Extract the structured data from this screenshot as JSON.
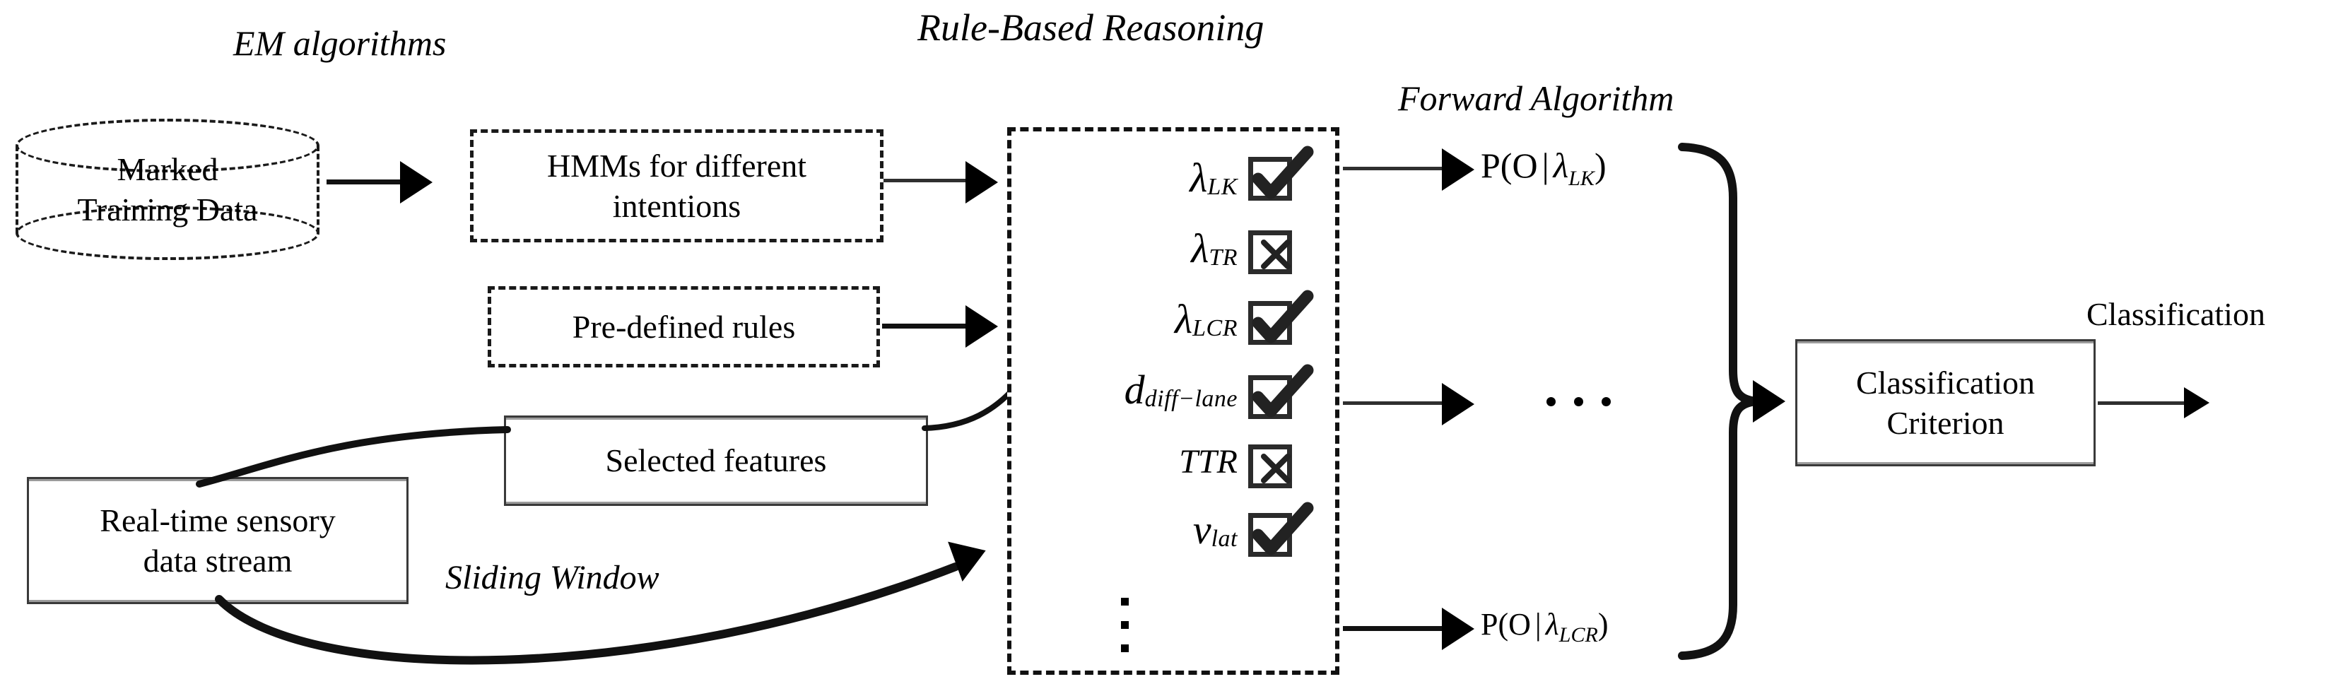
{
  "diagram": {
    "title_annotations": {
      "em_algorithms": "EM algorithms",
      "rule_based_reasoning": "Rule-Based Reasoning",
      "forward_algorithm": "Forward Algorithm",
      "sliding_window": "Sliding Window",
      "classification": "Classification"
    },
    "nodes": {
      "marked_training_data": {
        "line1": "Marked",
        "line2": "Training Data"
      },
      "hmms": {
        "line1": "HMMs for different",
        "line2": "intentions"
      },
      "predefined_rules": {
        "label": "Pre-defined rules"
      },
      "selected_features": {
        "label": "Selected features"
      },
      "sensory_stream": {
        "line1": "Real-time sensory",
        "line2": "data stream"
      },
      "classification_criterion": {
        "line1": "Classification",
        "line2": "Criterion"
      }
    },
    "reasoning_panel": {
      "rows": [
        {
          "symbol": "λ",
          "subscript": "LK",
          "state": "checked",
          "glyph": "check-icon"
        },
        {
          "symbol": "λ",
          "subscript": "TR",
          "state": "unchecked",
          "glyph": "cross-icon"
        },
        {
          "symbol": "λ",
          "subscript": "LCR",
          "state": "checked",
          "glyph": "check-icon"
        },
        {
          "symbol": "d",
          "subscript": "diff−lane",
          "state": "checked",
          "glyph": "check-icon"
        },
        {
          "symbol": "TTR",
          "subscript": "",
          "state": "unchecked",
          "glyph": "cross-icon"
        },
        {
          "symbol": "v",
          "subscript": "lat",
          "state": "checked",
          "glyph": "check-icon"
        }
      ],
      "continuation": "vertical-ellipsis"
    },
    "outputs": {
      "p_lk": {
        "prefix": "P(",
        "obs": "O",
        "bar": "|",
        "lambda": "λ",
        "sub": "LK",
        "suffix": ")"
      },
      "p_lcr": {
        "prefix": "P(",
        "obs": "O",
        "bar": "|",
        "lambda": "λ",
        "sub": "LCR",
        "suffix": ")"
      },
      "middle_ellipsis": "horizontal-ellipsis"
    },
    "colors": {
      "stroke": "#111111",
      "dashed_stroke": "#1a1a1a",
      "box_shade": "#9b9b9b",
      "background": "#ffffff"
    }
  }
}
